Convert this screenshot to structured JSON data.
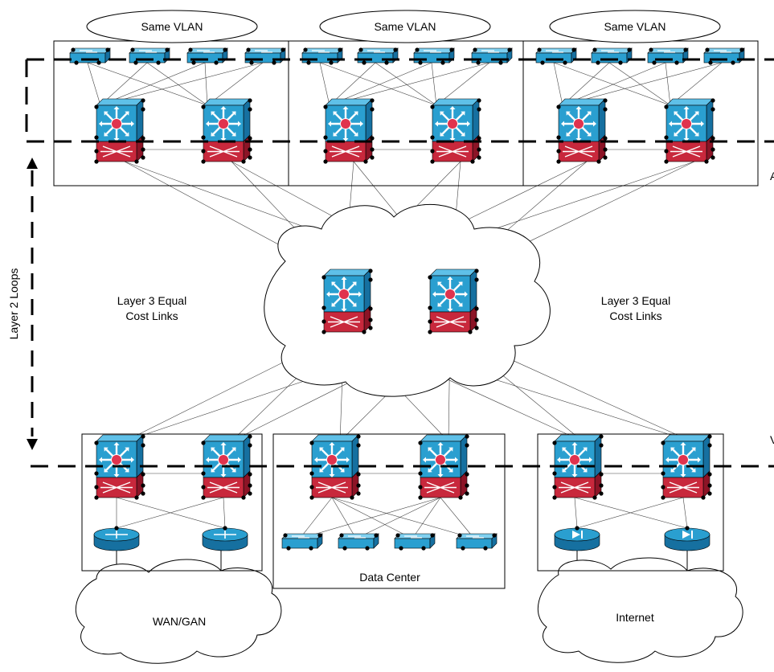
{
  "vlan_labels": [
    "Same VLAN",
    "Same VLAN",
    "Same VLAN"
  ],
  "side_label": "Layer 2 Loops",
  "l3_left": {
    "line1": "Layer 3 Equal",
    "line2": "Cost Links"
  },
  "l3_right": {
    "line1": "Layer 3 Equal",
    "line2": "Cost Links"
  },
  "wan_label": "WAN/GAN",
  "datacenter_label": "Data Center",
  "internet_label": "Internet",
  "colors": {
    "switch_blue": "#2a9fd0",
    "switch_dark": "#1670a0",
    "module_red": "#c8283c",
    "module_dark": "#8c1426",
    "dot": "#000000"
  }
}
